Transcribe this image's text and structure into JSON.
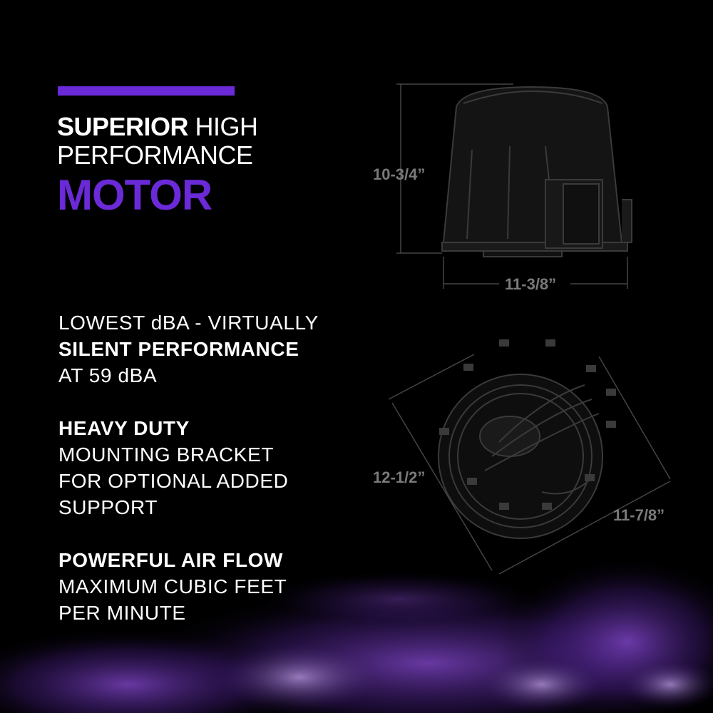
{
  "headline": {
    "line1_bold": "SUPERIOR",
    "line1_rest": " HIGH",
    "line2": "PERFORMANCE",
    "line3": "MOTOR"
  },
  "features": [
    {
      "lines": [
        "LOWEST dBA - VIRTUALLY",
        "SILENT PERFORMANCE",
        "AT 59 dBA"
      ],
      "bold_line": 1
    },
    {
      "lines": [
        "HEAVY DUTY",
        "MOUNTING BRACKET",
        "FOR OPTIONAL ADDED",
        "SUPPORT"
      ],
      "bold_line": 0
    },
    {
      "lines": [
        "POWERFUL AIR FLOW",
        "MAXIMUM CUBIC FEET",
        "PER MINUTE"
      ],
      "bold_line": 0
    }
  ],
  "dimensions": {
    "height": "10-3/4”",
    "width": "11-3/8”",
    "diameter_outer": "12-1/2”",
    "diameter_inner": "11-7/8”"
  },
  "colors": {
    "accent": "#6a2ad8",
    "background": "#000000",
    "text": "#ffffff",
    "dimension_text": "#7a7a7a"
  }
}
